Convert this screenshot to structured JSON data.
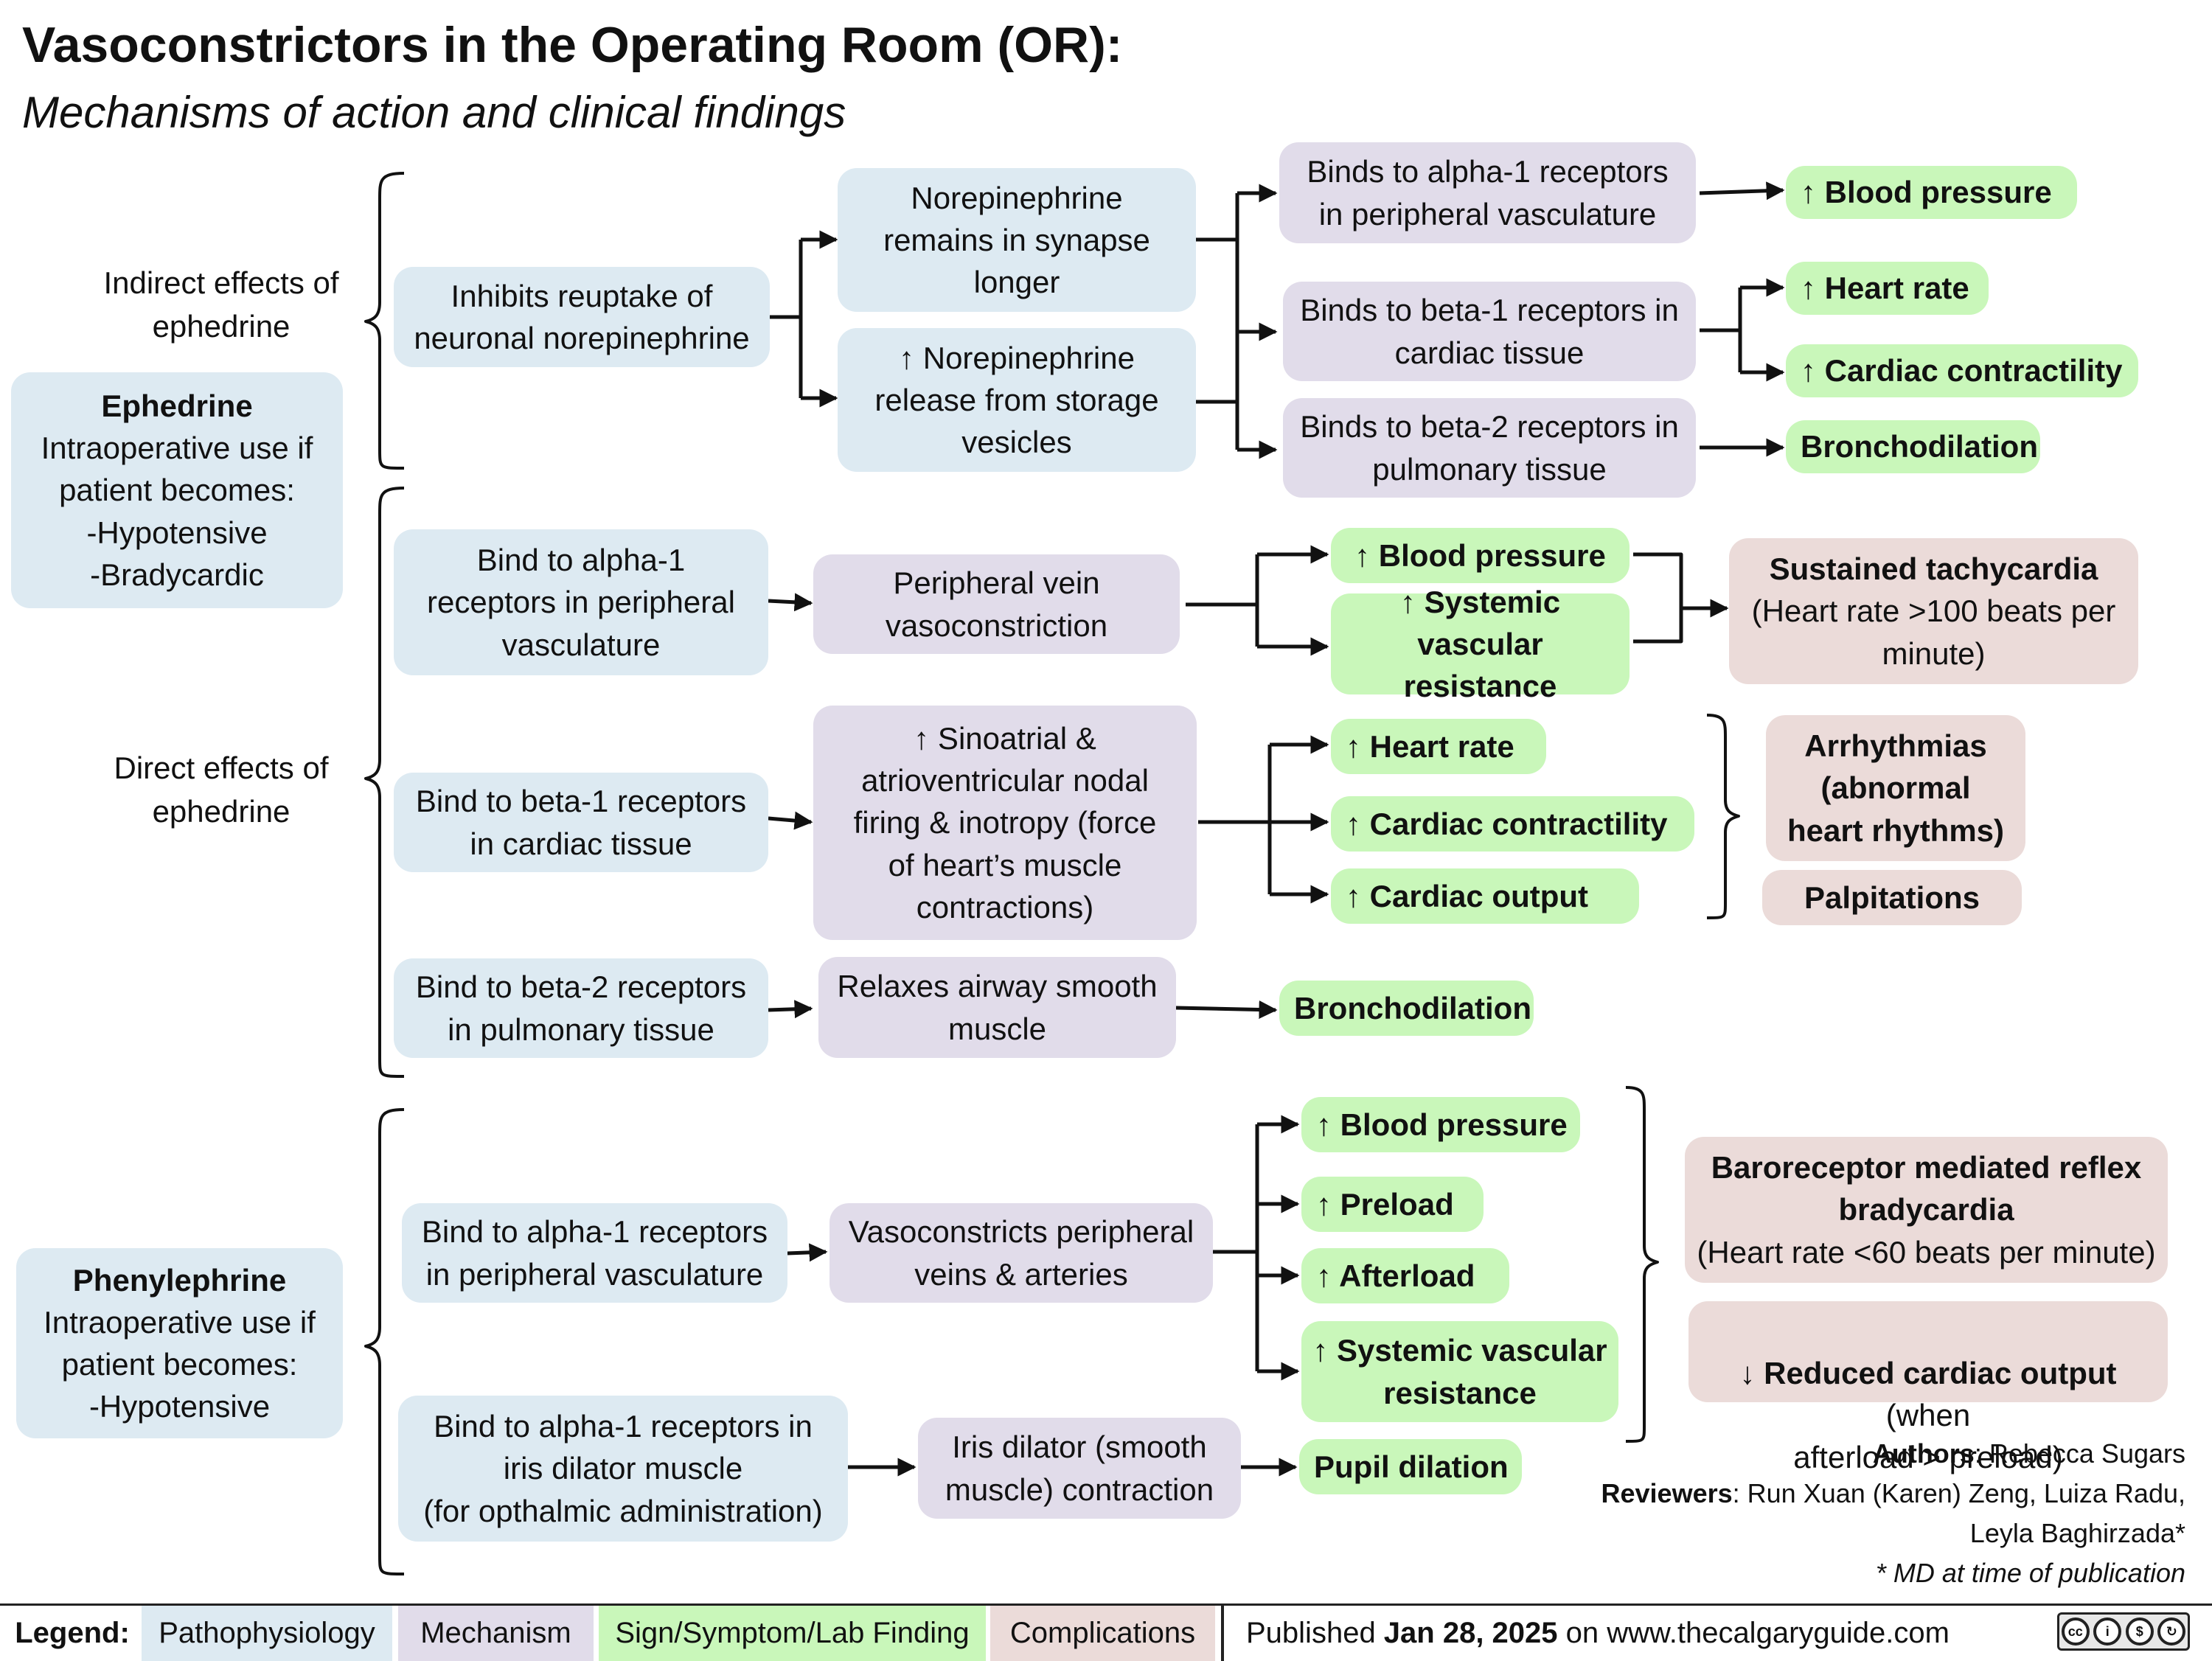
{
  "title": "Vasoconstrictors in the Operating Room (OR):",
  "subtitle": "Mechanisms of action and clinical findings",
  "drugs": {
    "ephedrine": {
      "name": "Ephedrine",
      "body": "Intraoperative use if\npatient becomes:\n-Hypotensive\n-Bradycardic"
    },
    "phenylephrine": {
      "name": "Phenylephrine",
      "body": "Intraoperative use if\npatient becomes:\n-Hypotensive"
    }
  },
  "labels": {
    "indirect": "Indirect effects of\nephedrine",
    "direct": "Direct effects of\nephedrine"
  },
  "indirect": {
    "reuptake": "Inhibits reuptake of\nneuronal norepinephrine",
    "ne_synapse": "Norepinephrine\nremains in synapse\nlonger",
    "ne_release": "↑ Norepinephrine\nrelease from storage\nvesicles",
    "bind_a1": "Binds to alpha-1 receptors\nin peripheral vasculature",
    "bind_b1": "Binds to beta-1 receptors in\ncardiac tissue",
    "bind_b2": "Binds to beta-2 receptors in\npulmonary tissue",
    "bp": "↑ Blood pressure",
    "hr": "↑ Heart rate",
    "contract": "↑ Cardiac contractility",
    "broncho": "Bronchodilation"
  },
  "direct": {
    "a1": "Bind to alpha-1\nreceptors in peripheral\nvasculature",
    "vein": "Peripheral vein\nvasoconstriction",
    "bp": "↑ Blood pressure",
    "svr": "↑ Systemic\nvascular resistance",
    "tachy_title": "Sustained tachycardia",
    "tachy_body": "(Heart rate >100 beats per\nminute)",
    "b1": "Bind to beta-1 receptors\nin cardiac tissue",
    "nodal": "↑ Sinoatrial &\natrioventricular nodal\nfiring & inotropy (force\nof heart’s muscle\ncontractions)",
    "hr": "↑ Heart rate",
    "contract": "↑ Cardiac contractility",
    "output": "↑ Cardiac output",
    "arrhythmias": "Arrhythmias\n(abnormal\nheart rhythms)",
    "palpitations": "Palpitations",
    "b2": "Bind to beta-2 receptors\nin pulmonary tissue",
    "airway": "Relaxes airway smooth\nmuscle",
    "broncho": "Bronchodilation"
  },
  "phenyl": {
    "a1": "Bind to alpha-1 receptors\nin peripheral vasculature",
    "vaso": "Vasoconstricts peripheral\nveins & arteries",
    "bp": "↑ Blood pressure",
    "preload": "↑ Preload",
    "afterload": "↑ Afterload",
    "svr": "↑ Systemic vascular\nresistance",
    "baro_title": "Baroreceptor mediated reflex\nbradycardia",
    "baro_body": "(Heart rate <60 beats per minute)",
    "reduced_bold": "↓ Reduced cardiac output",
    "reduced_rest": " (when\nafterload > preload)",
    "iris": "Bind to alpha-1 receptors in\niris dilator muscle\n(for opthalmic administration)",
    "iris_contract": "Iris dilator (smooth\nmuscle) contraction",
    "pupil": "Pupil dilation"
  },
  "credits": {
    "authors_label": "Authors",
    "authors": ":  Rebecca Sugars",
    "reviewers_label": "Reviewers",
    "reviewers": ": Run Xuan (Karen) Zeng, Luiza Radu,\nLeyla Baghirzada*",
    "note": "* MD at time of publication"
  },
  "legend": {
    "label": "Legend:",
    "items": [
      "Pathophysiology",
      "Mechanism",
      "Sign/Symptom/Lab Finding",
      "Complications"
    ],
    "colors": [
      "#ddeaf2",
      "#e1dcea",
      "#c9f7ba",
      "#ebdbd9"
    ],
    "published_prefix": "Published ",
    "published_date": "Jan 28, 2025",
    "published_suffix": " on www.thecalgaryguide.com",
    "license_icons": [
      "cc",
      "by",
      "nc",
      "sa"
    ]
  }
}
